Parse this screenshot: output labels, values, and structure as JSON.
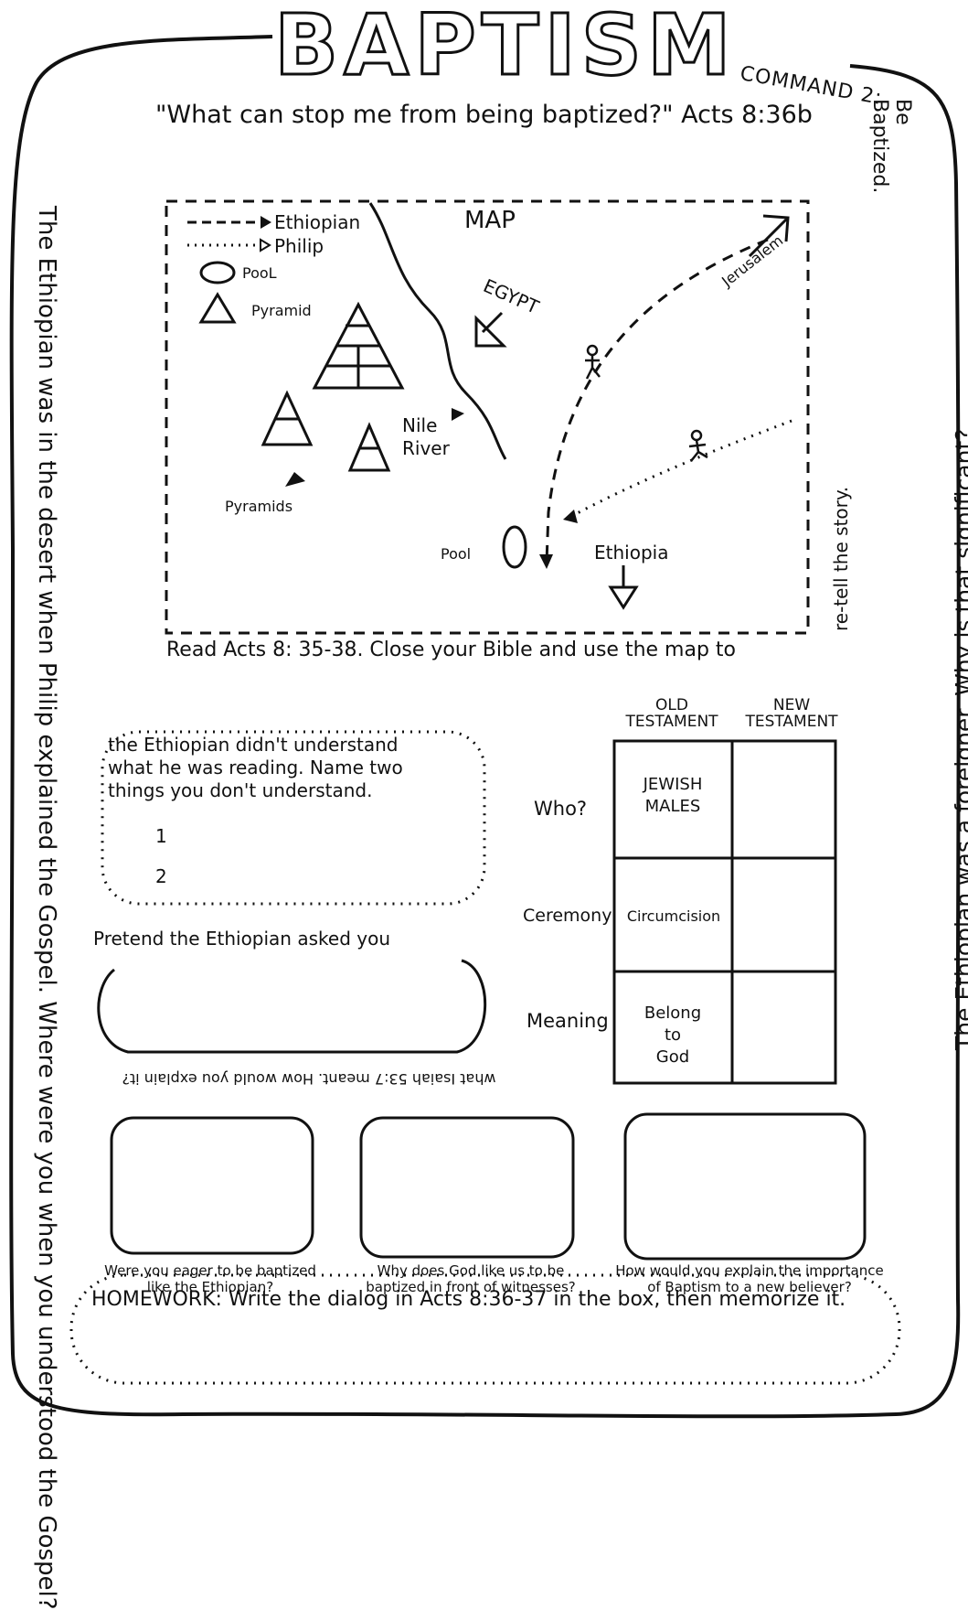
{
  "title": "BAPTISM",
  "command": {
    "line1": "COMMAND 2:",
    "line2": "Be Baptized."
  },
  "quote": "\"What can stop me from being baptized?\" Acts 8:36b",
  "side_left": "The Ethiopian was in the desert when Philip explained the Gospel. Where were you when you understood the Gospel?",
  "side_right": "The Ethiopian was a foreigner. Why is that significant?",
  "map": {
    "title": "MAP",
    "legend": {
      "ethiopian": "Ethiopian",
      "philip": "Philip",
      "pool": "PooL",
      "pyramid": "Pyramid"
    },
    "labels": {
      "egypt": "EGYPT",
      "jerusalem": "Jerusalem",
      "nile": "Nile",
      "river": "River",
      "pyramids": "Pyramids",
      "pool": "Pool",
      "ethiopia": "Ethiopia"
    },
    "read": "Read Acts 8: 35-38. Close your Bible and use the map to",
    "retell": "re-tell the story."
  },
  "understand_box": {
    "lines": [
      "the Ethiopian didn't understand",
      "what he was reading. Name two",
      "things you don't understand."
    ],
    "items": [
      "1",
      "2"
    ]
  },
  "pretend": {
    "top": "Pretend the Ethiopian asked you",
    "right": "what Isaiah 53:7 meant. How would you explain it?"
  },
  "testament_table": {
    "headers": [
      [
        "OLD",
        "TESTAMENT"
      ],
      [
        "NEW",
        "TESTAMENT"
      ]
    ],
    "rows": [
      {
        "label": "Who?",
        "old": [
          "JEWISH",
          "MALES"
        ],
        "new": []
      },
      {
        "label": "Ceremony",
        "old": [
          "Circumcision"
        ],
        "new": []
      },
      {
        "label": "Meaning",
        "old": [
          "Belong",
          "to",
          "God"
        ],
        "new": []
      }
    ]
  },
  "boxes": [
    {
      "text": "Were you eager to be baptized like the Ethiopian?"
    },
    {
      "text": "Why does God like us to be baptized in front of witnesses?"
    },
    {
      "text": "How would you explain the importance of Baptism to a new believer?"
    }
  ],
  "homework": "HOMEWORK: Write the dialog in Acts 8:36-37 in the box, then memorize it."
}
